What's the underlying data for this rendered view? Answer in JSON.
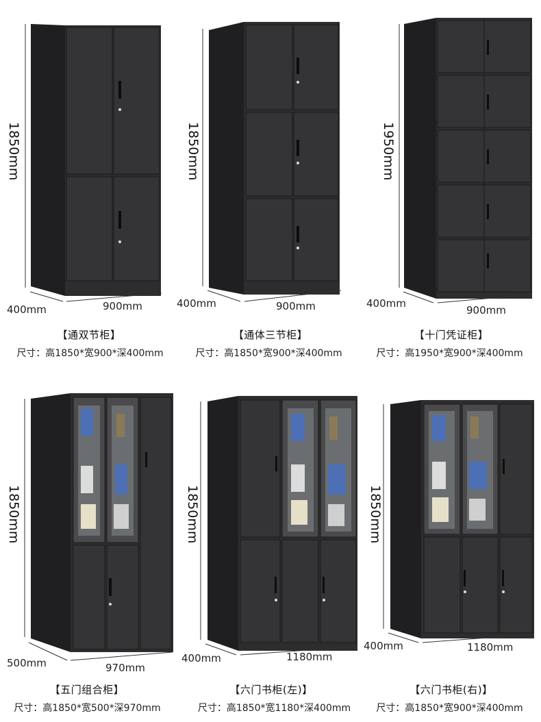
{
  "products": [
    {
      "id": "p1",
      "title": "【通双节柜】",
      "spec": "尺寸：高1850*宽900*深400mm",
      "height": "1850mm",
      "width": "900mm",
      "depth": "400mm",
      "style": "two-section",
      "colors": {
        "body": "#2b2b2d",
        "panel": "#333335"
      }
    },
    {
      "id": "p2",
      "title": "【通体三节柜】",
      "spec": "尺寸：高1850*宽900*深400mm",
      "height": "1850mm",
      "width": "900mm",
      "depth": "400mm",
      "style": "three-section",
      "colors": {
        "body": "#2b2b2d",
        "panel": "#333335"
      }
    },
    {
      "id": "p3",
      "title": "【十门凭证柜】",
      "spec": "尺寸：高1950*宽900*深400mm",
      "height": "1950mm",
      "width": "900mm",
      "depth": "400mm",
      "style": "ten-door",
      "colors": {
        "body": "#2b2b2d",
        "panel": "#333335"
      }
    },
    {
      "id": "p4",
      "title": "【五门组合柜】",
      "spec": "尺寸：高1850*宽500*深970mm",
      "height": "1850mm",
      "width": "970mm",
      "depth": "500mm",
      "style": "five-door-glass",
      "colors": {
        "body": "#2b2b2d",
        "panel": "#333335"
      }
    },
    {
      "id": "p5",
      "title": "【六门书柜(左)】",
      "spec": "尺寸：高1850*宽1180*深400mm",
      "height": "1850mm",
      "width": "1180mm",
      "depth": "400mm",
      "style": "six-door-left",
      "colors": {
        "body": "#2b2b2d",
        "panel": "#333335"
      }
    },
    {
      "id": "p6",
      "title": "【六门书柜(右)】",
      "spec": "尺寸：高1850*宽900*深400mm",
      "height": "1850mm",
      "width": "1180mm",
      "depth": "400mm",
      "style": "six-door-right",
      "colors": {
        "body": "#2b2b2d",
        "panel": "#333335"
      }
    }
  ]
}
